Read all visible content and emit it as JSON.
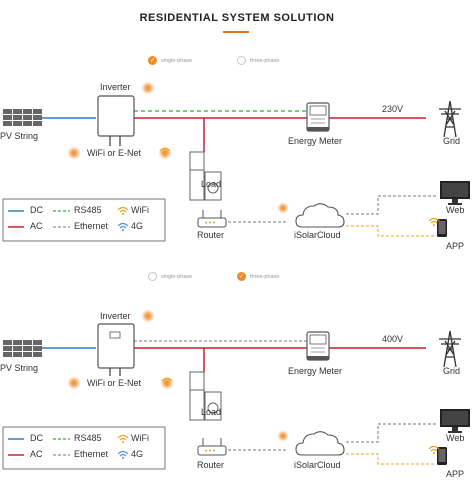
{
  "title": "RESIDENTIAL SYSTEM SOLUTION",
  "colors": {
    "accent": "#e8741f",
    "dc": "#2f7fc1",
    "ac": "#c8202a",
    "rs485": "#3aa63a",
    "ethernet": "#777777",
    "wifi": "#f0a020",
    "lte": "#4a90d9"
  },
  "panels": [
    {
      "radio_single": "single-phase",
      "radio_three": "three-phase",
      "selected": "single-phase",
      "grid_voltage": "230V"
    },
    {
      "radio_single": "single-phase",
      "radio_three": "three-phase",
      "selected": "three-phase",
      "grid_voltage": "400V"
    }
  ],
  "labels": {
    "pv_string": "PV String",
    "inverter": "Inverter",
    "wifi_or_enet": "WiFi or E-Net",
    "energy_meter": "Energy Meter",
    "grid": "Grid",
    "load": "Load",
    "router": "Router",
    "cloud": "iSolarCloud",
    "web": "Web",
    "app": "APP"
  },
  "legend": {
    "dc": "DC",
    "rs485": "RS485",
    "wifi": "WiFi",
    "ac": "AC",
    "ethernet": "Ethernet",
    "lte": "4G"
  }
}
